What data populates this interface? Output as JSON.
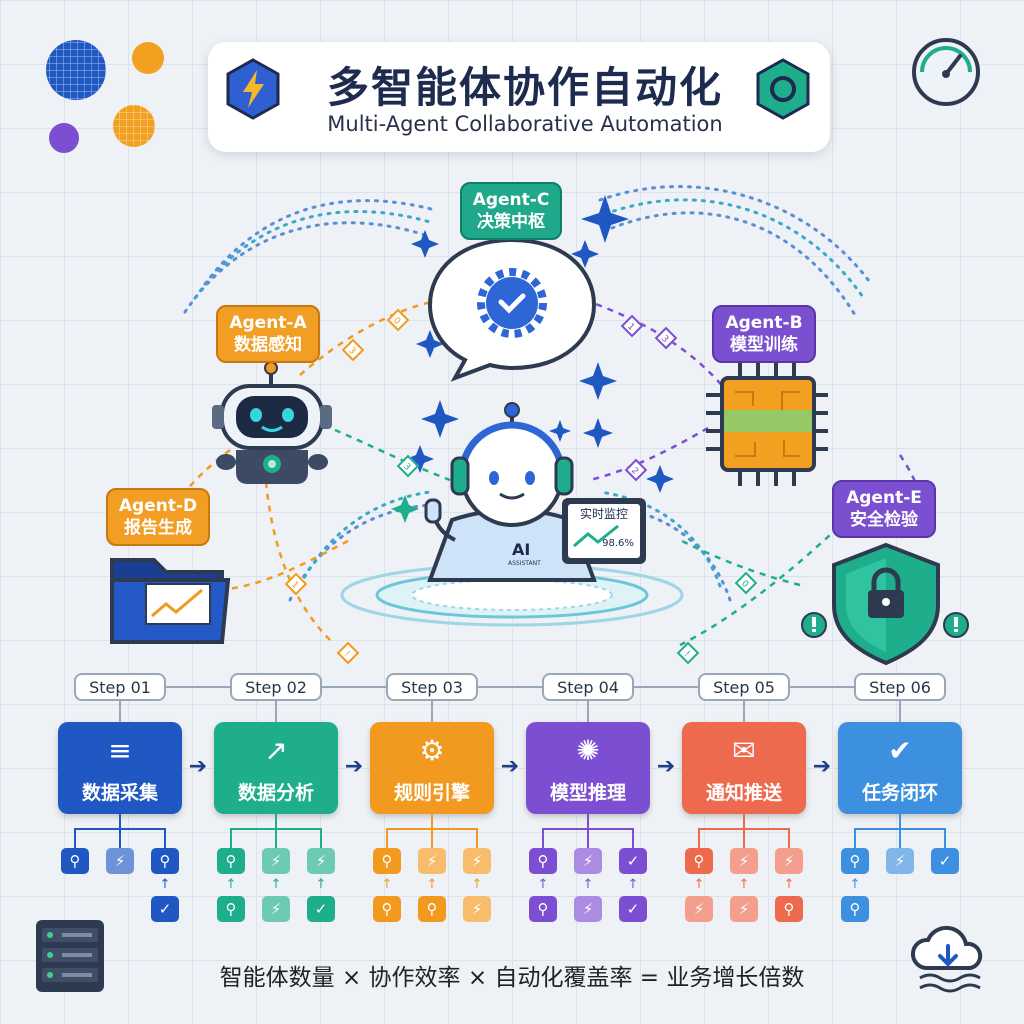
{
  "title": {
    "main": "多智能体协作自动化",
    "sub": "Multi-Agent Collaborative Automation"
  },
  "agents": {
    "c": {
      "name": "Agent-C",
      "role": "决策中枢"
    },
    "a": {
      "name": "Agent-A",
      "role": "数据感知"
    },
    "b": {
      "name": "Agent-B",
      "role": "模型训练"
    },
    "d": {
      "name": "Agent-D",
      "role": "报告生成"
    },
    "e": {
      "name": "Agent-E",
      "role": "安全检验"
    }
  },
  "monitor": {
    "title": "实时监控",
    "value": "98.6%"
  },
  "badge": {
    "chest_text": "AI",
    "chest_small": "ASSISTANT"
  },
  "path_markers": [
    "0",
    "1",
    "3",
    "3",
    "2",
    "1",
    "0",
    "3",
    "!",
    "!"
  ],
  "steps": [
    {
      "label": "Step 01",
      "name": "数据采集",
      "color": "#1f57c3",
      "icon": "database-icon"
    },
    {
      "label": "Step 02",
      "name": "数据分析",
      "color": "#1fae8c",
      "icon": "trend-icon"
    },
    {
      "label": "Step 03",
      "name": "规则引擎",
      "color": "#f29a1f",
      "icon": "gear-icon"
    },
    {
      "label": "Step 04",
      "name": "模型推理",
      "color": "#7c4fd2",
      "icon": "network-icon"
    },
    {
      "label": "Step 05",
      "name": "通知推送",
      "color": "#ee6a4f",
      "icon": "mail-icon"
    },
    {
      "label": "Step 06",
      "name": "任务闭环",
      "color": "#3d8fe0",
      "icon": "check-icon"
    }
  ],
  "formula": "智能体数量 × 协作效率 × 自动化覆盖率 = 业务增长倍数"
}
